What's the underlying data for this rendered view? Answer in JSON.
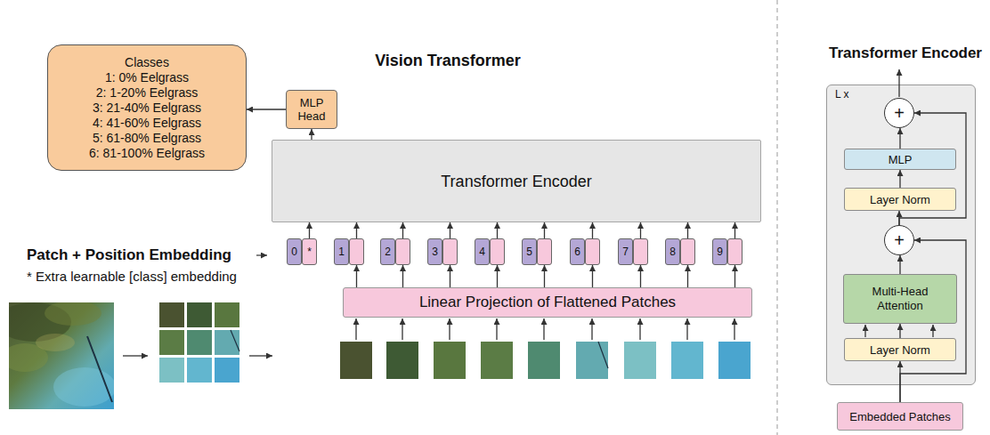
{
  "diagram": {
    "title": "Vision Transformer",
    "nodes": [
      {
        "text": [
          "Classes",
          "1: 0% Eelgrass",
          "2: 1-20% Eelgrass",
          "3: 21-40% Eelgrass",
          "4: 41-60% Eelgrass",
          "5: 61-80% Eelgrass",
          "6: 81-100% Eelgrass"
        ]
      },
      {
        "text": [
          "MLP Head"
        ]
      },
      {
        "text": [
          "Transformer Encoder"
        ]
      },
      {
        "text": [
          "0",
          "*"
        ]
      },
      {
        "text": [
          "1"
        ]
      },
      {
        "text": [
          "2"
        ]
      },
      {
        "text": [
          "3"
        ]
      },
      {
        "text": [
          "4"
        ]
      },
      {
        "text": [
          "5"
        ]
      },
      {
        "text": [
          "6"
        ]
      },
      {
        "text": [
          "7"
        ]
      },
      {
        "text": [
          "8"
        ]
      },
      {
        "text": [
          "9"
        ]
      },
      {
        "text": [
          "Linear Projection of Flattened Patches"
        ]
      },
      {
        "text": [
          "Transformer Encoder",
          "L x"
        ]
      },
      {
        "text": [
          "+"
        ],
        "in": 14
      },
      {
        "text": [
          "MLP"
        ],
        "in": 14
      },
      {
        "text": [
          "Layer Norm"
        ],
        "in": 14
      },
      {
        "text": [
          "+"
        ],
        "in": 14
      },
      {
        "text": [
          "Multi-Head Attention"
        ],
        "in": 14
      },
      {
        "text": [
          "Layer Norm"
        ],
        "in": 14
      },
      {
        "text": [
          "Embedded Patches"
        ]
      }
    ],
    "edges": [
      {
        "from": 1,
        "to": 0,
        "arrow": "to"
      },
      {
        "from": 2,
        "to": 1,
        "arrow": "to"
      },
      {
        "from": 3,
        "to": 2,
        "arrow": "to"
      },
      {
        "from": 4,
        "to": 2,
        "arrow": "to"
      },
      {
        "from": 5,
        "to": 2,
        "arrow": "to"
      },
      {
        "from": 6,
        "to": 2,
        "arrow": "to"
      },
      {
        "from": 7,
        "to": 2,
        "arrow": "to"
      },
      {
        "from": 8,
        "to": 2,
        "arrow": "to"
      },
      {
        "from": 9,
        "to": 2,
        "arrow": "to"
      },
      {
        "from": 10,
        "to": 2,
        "arrow": "to"
      },
      {
        "from": 11,
        "to": 2,
        "arrow": "to"
      },
      {
        "from": 12,
        "to": 2,
        "arrow": "to"
      },
      {
        "from": 13,
        "to": 4,
        "arrow": "to"
      },
      {
        "from": 13,
        "to": 5,
        "arrow": "to"
      },
      {
        "from": 13,
        "to": 6,
        "arrow": "to"
      },
      {
        "from": 13,
        "to": 7,
        "arrow": "to"
      },
      {
        "from": 13,
        "to": 8,
        "arrow": "to"
      },
      {
        "from": 13,
        "to": 9,
        "arrow": "to"
      },
      {
        "from": 13,
        "to": 10,
        "arrow": "to"
      },
      {
        "from": 13,
        "to": 11,
        "arrow": "to"
      },
      {
        "from": 13,
        "to": 12,
        "arrow": "to"
      },
      {
        "from": 21,
        "to": 20,
        "arrow": "to"
      },
      {
        "from": 20,
        "to": 19,
        "arrow": "to"
      },
      {
        "from": 19,
        "to": 18,
        "arrow": "to"
      },
      {
        "from": 18,
        "to": 17,
        "arrow": "to"
      },
      {
        "from": 17,
        "to": 16,
        "arrow": "to"
      },
      {
        "from": 16,
        "to": 15,
        "arrow": "to"
      },
      {
        "from": 18,
        "to": 15,
        "arrow": "to"
      },
      {
        "from": 21,
        "to": 18,
        "arrow": "to"
      }
    ],
    "labels": [
      "Patch + Position Embedding",
      "* Extra learnable [class] embedding"
    ]
  }
}
